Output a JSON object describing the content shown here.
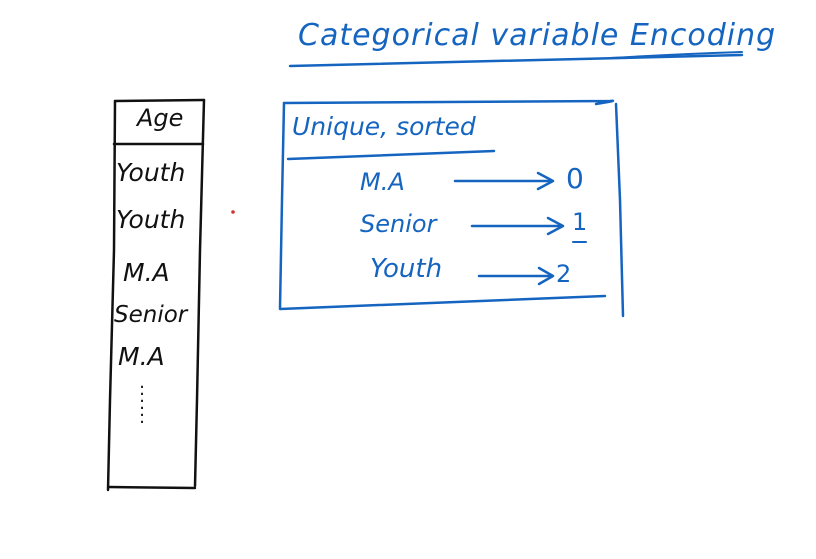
{
  "title": "Categorical variable Encoding",
  "table": {
    "header": "Age",
    "rows": [
      "Youth",
      "Youth",
      "M.A",
      "Senior",
      "M.A"
    ],
    "ellipsis": ":\n:\n:"
  },
  "encoding_box": {
    "title": "Unique, sorted",
    "mappings": [
      {
        "category": "M.A",
        "code": "0"
      },
      {
        "category": "Senior",
        "code": "1"
      },
      {
        "category": "Youth",
        "code": "2"
      }
    ]
  },
  "colors": {
    "ink_blue": "#1565c0",
    "ink_black": "#111111",
    "dot_red": "#d32f2f"
  }
}
